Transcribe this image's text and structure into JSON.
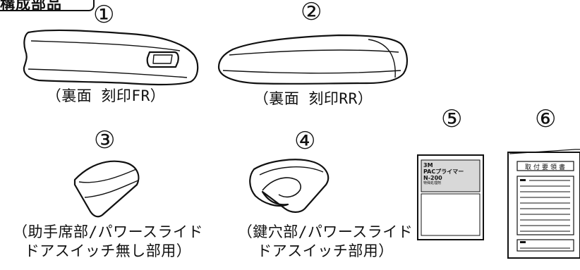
{
  "header": {
    "title": "構成部品"
  },
  "parts": [
    {
      "number": "①",
      "caption_lines": [
        "（裏面 刻印FR）"
      ]
    },
    {
      "number": "②",
      "caption_lines": [
        "（裏面 刻印RR）"
      ]
    },
    {
      "number": "③",
      "caption_lines": [
        "（助手席部/パワースライド",
        "ドアスイッチ無し部用）"
      ]
    },
    {
      "number": "④",
      "caption_lines": [
        "（鍵穴部/パワースライド",
        "ドアスイッチ部用）"
      ]
    },
    {
      "number": "⑤",
      "caption_lines": []
    },
    {
      "number": "⑥",
      "caption_lines": []
    }
  ],
  "primer_packet": {
    "brand": "3M",
    "product": "PACプライマー",
    "model": "N-200",
    "small_text": "特殊処理剤"
  },
  "manual": {
    "title": "取付要領書"
  }
}
